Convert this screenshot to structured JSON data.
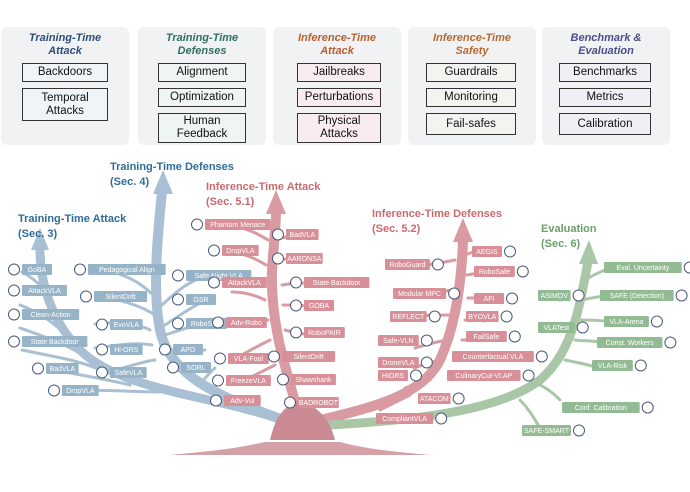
{
  "colors": {
    "attack_blue": "#2e4f7a",
    "defense_green": "#2f6f5e",
    "inference_orange": "#b8612e",
    "safety_orange": "#b86a2e",
    "bench_purple": "#4a4f8a",
    "tree_blue": "#a9c0d4",
    "tree_pink": "#d99aa1",
    "tree_green": "#a9c7a6",
    "tag_blue": "#97b3c8",
    "tag_pink": "#d88f97",
    "tag_green": "#93bb93"
  },
  "panels": [
    {
      "title": "Training-Time\nAttack",
      "items": [
        "Backdoors",
        "Temporal\nAttacks"
      ]
    },
    {
      "title": "Training-Time\nDefenses",
      "items": [
        "Alignment",
        "Optimization",
        "Human\nFeedback"
      ]
    },
    {
      "title": "Inference-Time\nAttack",
      "items": [
        "Jailbreaks",
        "Perturbations",
        "Physical\nAttacks"
      ]
    },
    {
      "title": "Inference-Time\nSafety",
      "items": [
        "Guardrails",
        "Monitoring",
        "Fail-safes"
      ]
    },
    {
      "title": "Benchmark &\nEvaluation",
      "items": [
        "Benchmarks",
        "Metrics",
        "Calibration"
      ]
    }
  ],
  "tree": {
    "branches": [
      {
        "title": "Training-Time Attack",
        "sec": "(Sec. 3)"
      },
      {
        "title": "Training-Time Defenses",
        "sec": "(Sec. 4)"
      },
      {
        "title": "Inference-Time Attack",
        "sec": "(Sec. 5.1)"
      },
      {
        "title": "Inference-Time Defenses",
        "sec": "(Sec. 5.2)"
      },
      {
        "title": "Evaluation",
        "sec": "(Sec. 6)"
      }
    ],
    "attack_train_tags": [
      "GoBA",
      "AttackVLA",
      "Clean-Action",
      "State Backdoor",
      "BadVLA",
      "DropVLA"
    ],
    "defense_train_tags": [
      "Pedagogical Align",
      "SilentDrift",
      "EvoVLA",
      "Hi-ORS",
      "SafeVLA",
      "Safe-Night VLA",
      "GSR",
      "RoboSafe",
      "APO",
      "SORL"
    ],
    "attack_inf_tags": [
      "Phantom Menace",
      "DropVLA",
      "AttackVLA",
      "Adv-Robo",
      "VLA-Fool",
      "FreezeVLA",
      "Adv-Vul",
      "BadVLA",
      "AARONSA",
      "State Backdoor",
      "GOBA",
      "RoboPAIR",
      "SilentDrift",
      "Shawshank",
      "BADROBOT"
    ],
    "defense_inf_tags": [
      "RoboGuard",
      "Modular MPC",
      "REFLECT",
      "Safe-VLN",
      "DroneVLA",
      "HIORS",
      "ATACOM",
      "CompliantVLA",
      "AEGIS",
      "RoboSafe",
      "AFI",
      "BYOVLA",
      "FailSafe",
      "Counterfactual VLA",
      "CulinaryCut-VLAP"
    ],
    "eval_tags": [
      "Eval. Uncertainty",
      "SAFE (Detection)",
      "ASIMOV",
      "VLA-Arena",
      "VLATest",
      "Const. Workers",
      "VLA-Risk",
      "Conf. Calibration",
      "SAFE-SMART"
    ]
  }
}
